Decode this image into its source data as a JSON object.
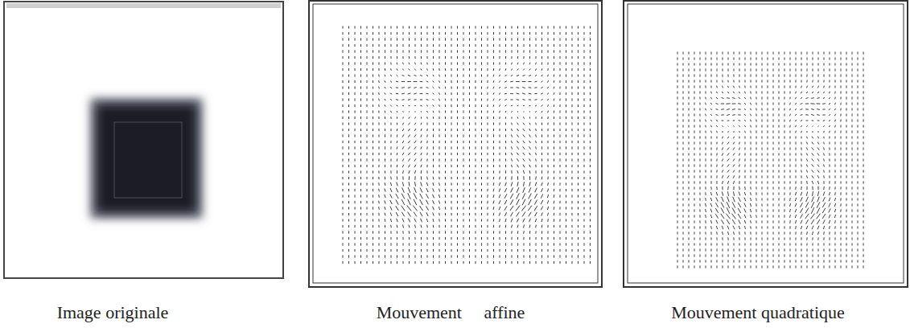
{
  "diagram": {
    "labels": [
      "Image originale",
      "Mouvement affine",
      "Mouvement quadratique"
    ]
  }
}
